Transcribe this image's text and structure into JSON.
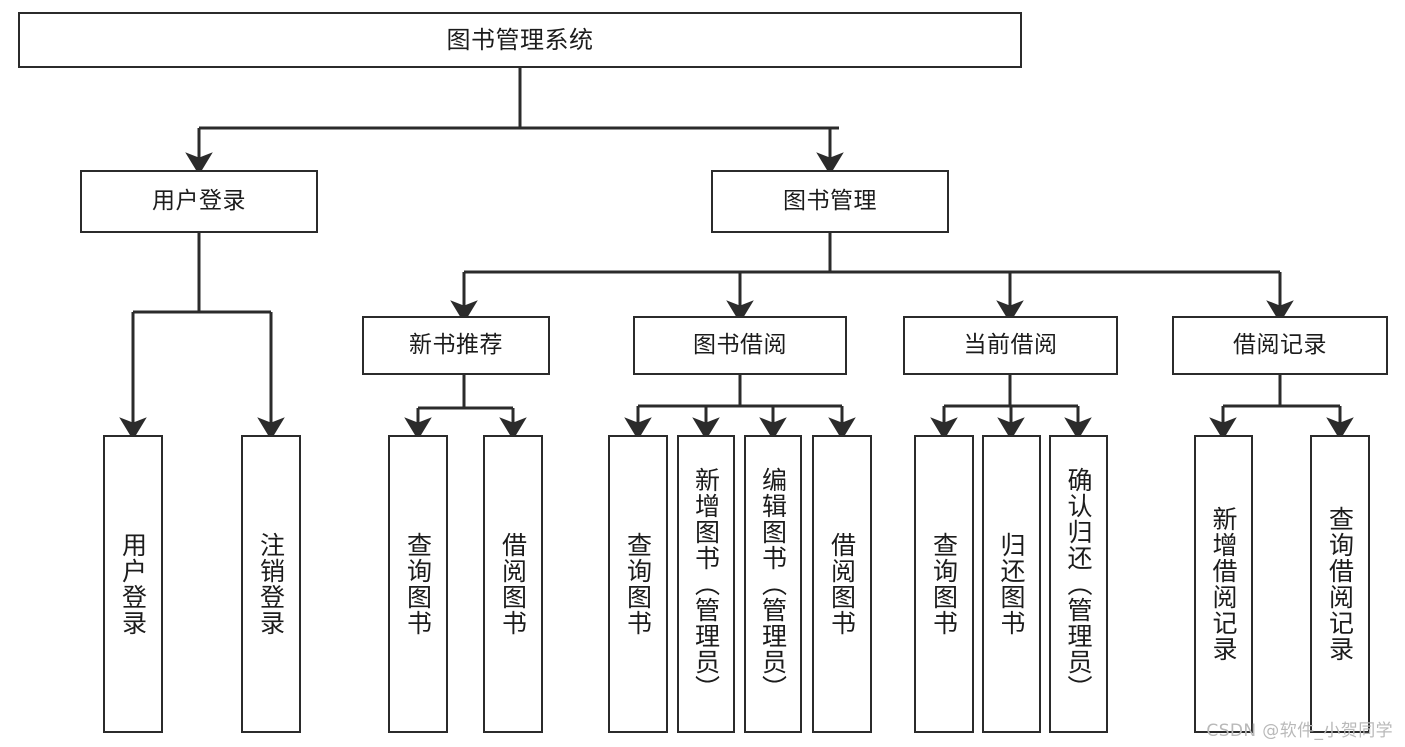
{
  "diagram": {
    "title": "图书管理系统",
    "type": "tree",
    "watermark": "CSDN @软件_小贺同学",
    "colors": {
      "stroke": "#2b2b2b",
      "fill": "#ffffff",
      "text": "#1c1c1c",
      "watermark": "#b9b9b9"
    },
    "root": {
      "label": "图书管理系统"
    },
    "level2": [
      {
        "label": "用户登录"
      },
      {
        "label": "图书管理"
      }
    ],
    "level3": [
      {
        "label": "新书推荐"
      },
      {
        "label": "图书借阅"
      },
      {
        "label": "当前借阅"
      },
      {
        "label": "借阅记录"
      }
    ],
    "leaves": {
      "user_login": [
        {
          "label": "用户登录"
        },
        {
          "label": "注销登录"
        }
      ],
      "new_book": [
        {
          "label": "查询图书"
        },
        {
          "label": "借阅图书"
        }
      ],
      "book_borrow": [
        {
          "label": "查询图书"
        },
        {
          "label": "新增图书（管理员）"
        },
        {
          "label": "编辑图书（管理员）"
        },
        {
          "label": "借阅图书"
        }
      ],
      "current_borrow": [
        {
          "label": "查询图书"
        },
        {
          "label": "归还图书"
        },
        {
          "label": "确认归还（管理员）"
        }
      ],
      "borrow_record": [
        {
          "label": "新增借阅记录"
        },
        {
          "label": "查询借阅记录"
        }
      ]
    }
  }
}
